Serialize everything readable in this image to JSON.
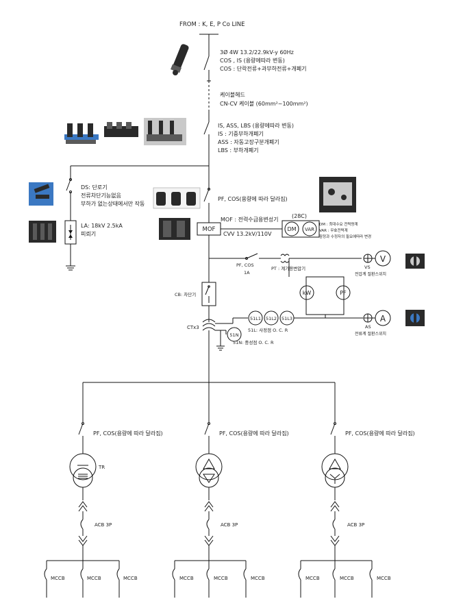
{
  "source": {
    "label": "FROM : K, E, P Co LINE"
  },
  "cos": {
    "lines": [
      "3Ø 4W  13.2/22.9kV-y  60Hz",
      "COS , IS (용량에따라 변동)",
      "COS  : 단락전류+과부하전류+개폐기"
    ]
  },
  "cable": {
    "lines": [
      "케이블헤드",
      "CN-CV 케이블 (60mm²~100mm²)"
    ]
  },
  "switches": {
    "lines": [
      "IS,  ASS,  LBS (용량에따라 변동)",
      "IS  :  기중부하개폐기",
      "ASS : 자동고장구분개폐기",
      "LBS : 부하개폐기"
    ]
  },
  "ds": {
    "lines": [
      "DS:  단로기",
      "전류차단기능없음",
      "부하가 없는상태에서만 작동"
    ]
  },
  "la": {
    "lines": [
      "LA:  18kV 2.5kA",
      "피뢰기"
    ]
  },
  "pf_main": {
    "label": "PF, COS(용량에 따라 달라짐)"
  },
  "mof": {
    "box": "MOF",
    "desc": "MOF : 전력수급용변성기",
    "cable": "CVV 13.2kV/110V",
    "code": "(28C)"
  },
  "meters": {
    "dm": "DM",
    "var": "VAR",
    "notes": [
      "DM : 최대수요 전력량계",
      "VAR : 무효전력계",
      "잠정과 수정자의 필요에따라 변경"
    ]
  },
  "pt": {
    "pf_label": "PF, COS",
    "pf_rating": "1A",
    "label": "PT : 계기용변압기"
  },
  "voltmeter": {
    "symbol": "V",
    "vs": "VS",
    "vs_desc": "전압계 절환스위치"
  },
  "power": {
    "kw": "kW",
    "pf": "PF"
  },
  "cb": {
    "label": "CB: 차단기"
  },
  "ct": {
    "label": "CTx3",
    "relays": [
      "51L1",
      "51L2",
      "51L3"
    ],
    "relay_desc": "51L: 사정점 O. C. R",
    "neutral": "51N",
    "neutral_desc": "51N: 중성점 O. C. R"
  },
  "ammeter": {
    "symbol": "A",
    "as": "AS",
    "as_desc": "전류계 절환스위치"
  },
  "feeders": [
    {
      "pf_label": "PF, COS(용량에 따라 달라짐)",
      "tr_label": "TR",
      "acb_label": "ACB 3P",
      "mccb_labels": [
        "MCCB",
        "MCCB",
        "MCCB"
      ]
    },
    {
      "pf_label": "PF, COS(용량에 따라 달라짐)",
      "acb_label": "ACB 3P",
      "mccb_labels": [
        "MCCB",
        "MCCB",
        "MCCB"
      ]
    },
    {
      "pf_label": "PF, COS(용량에 따라 달라짐)",
      "acb_label": "ACB 3P",
      "mccb_labels": [
        "MCCB",
        "MCCB",
        "MCCB"
      ]
    }
  ],
  "photos": [
    "cos-photo",
    "switch-photo-1",
    "switch-photo-2",
    "switch-photo-3",
    "ds-photo",
    "la-photo",
    "pf-photo",
    "mof-photo",
    "meter-photo",
    "vs-photo",
    "as-photo"
  ]
}
